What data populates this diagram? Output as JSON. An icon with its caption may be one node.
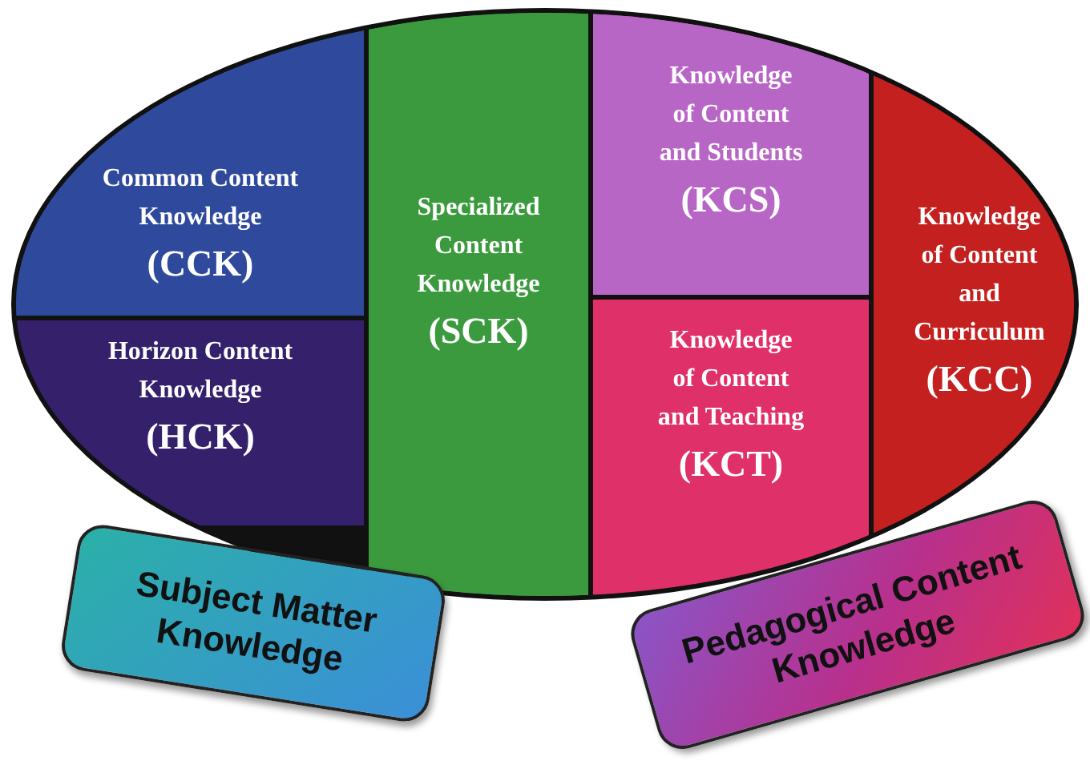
{
  "diagram": {
    "nodes": [
      {
        "text": [
          "Common Content Knowledge",
          "(CCK)"
        ]
      },
      {
        "text": [
          "Horizon Content Knowledge",
          "(HCK)"
        ]
      },
      {
        "text": [
          "Specialized Content Knowledge",
          "(SCK)"
        ]
      },
      {
        "text": [
          "Knowledge of Content and Students",
          "(KCS)"
        ]
      },
      {
        "text": [
          "Knowledge of Content and Teaching",
          "(KCT)"
        ]
      },
      {
        "text": [
          "Knowledge of Content and Curriculum",
          "(KCC)"
        ]
      },
      {
        "text": [
          "Subject Matter Knowledge"
        ]
      },
      {
        "text": [
          "Pedagogical Content Knowledge"
        ]
      }
    ]
  }
}
